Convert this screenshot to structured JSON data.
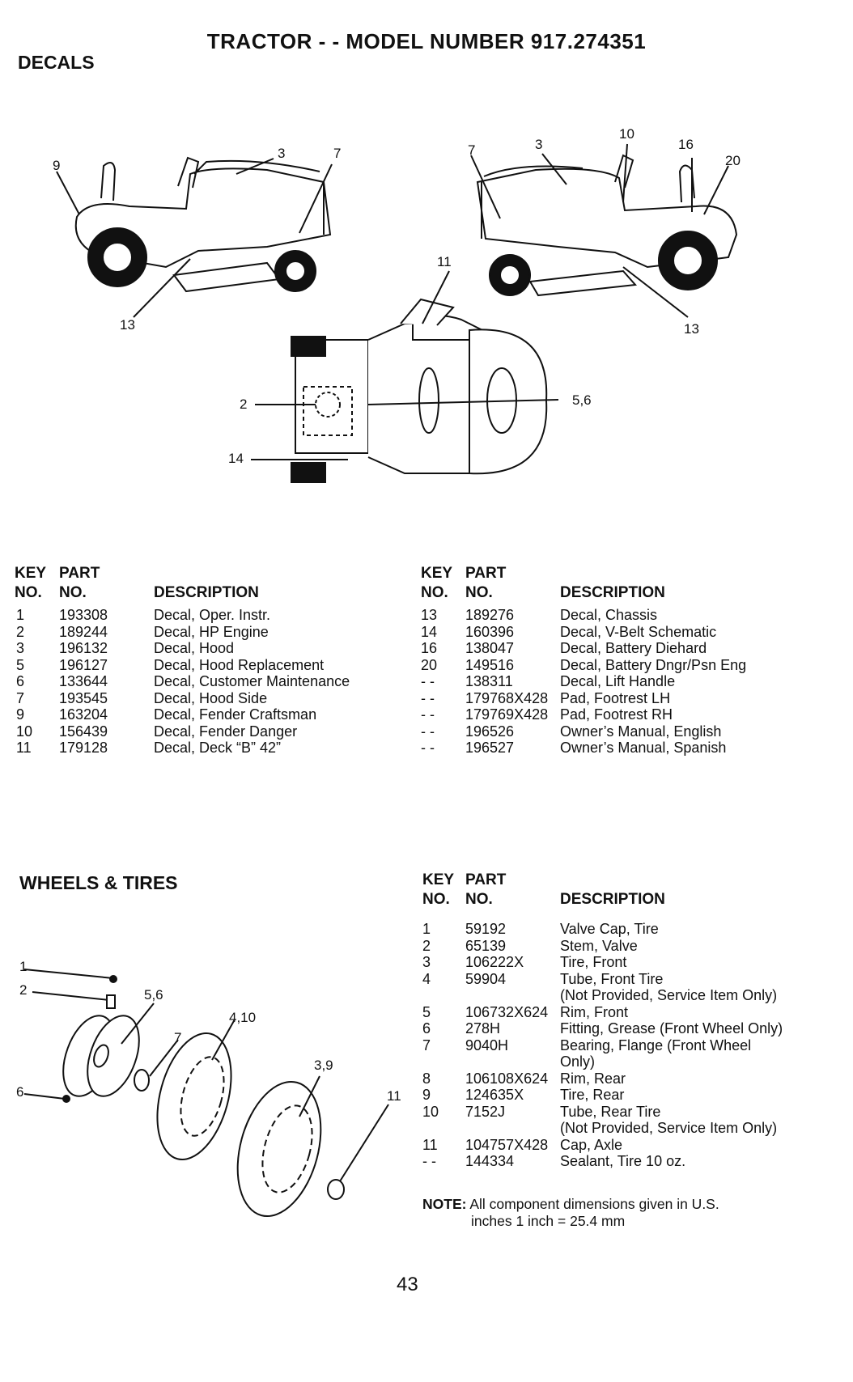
{
  "page_title": "TRACTOR - - MODEL NUMBER 917.274351",
  "decals": {
    "heading": "DECALS",
    "callouts": {
      "l9": "9",
      "l3": "3",
      "l7": "7",
      "l13": "13",
      "r7": "7",
      "r3": "3",
      "r10": "10",
      "r16": "16",
      "r20": "20",
      "r13": "13",
      "c11": "11",
      "c2": "2",
      "c14": "14",
      "c56": "5,6"
    },
    "col_headers": {
      "key_top": "KEY",
      "part_top": "PART",
      "key_bottom": "NO.",
      "part_bottom": "NO.",
      "description": "DESCRIPTION"
    },
    "left_rows": [
      {
        "key": "1",
        "part": "193308",
        "desc": "Decal, Oper. Instr."
      },
      {
        "key": "2",
        "part": "189244",
        "desc": "Decal, HP Engine"
      },
      {
        "key": "3",
        "part": "196132",
        "desc": "Decal, Hood"
      },
      {
        "key": "5",
        "part": "196127",
        "desc": "Decal, Hood Replacement"
      },
      {
        "key": "6",
        "part": "133644",
        "desc": "Decal, Customer Maintenance"
      },
      {
        "key": "7",
        "part": "193545",
        "desc": "Decal, Hood Side"
      },
      {
        "key": "9",
        "part": "163204",
        "desc": "Decal, Fender Craftsman"
      },
      {
        "key": "10",
        "part": "156439",
        "desc": "Decal, Fender Danger"
      },
      {
        "key": "11",
        "part": "179128",
        "desc": "Decal, Deck “B” 42”"
      }
    ],
    "right_rows": [
      {
        "key": "13",
        "part": "189276",
        "desc": "Decal, Chassis"
      },
      {
        "key": "14",
        "part": "160396",
        "desc": "Decal, V-Belt Schematic"
      },
      {
        "key": "16",
        "part": "138047",
        "desc": "Decal, Battery Diehard"
      },
      {
        "key": "20",
        "part": "149516",
        "desc": "Decal, Battery Dngr/Psn Eng"
      },
      {
        "key": "- -",
        "part": "138311",
        "desc": "Decal, Lift Handle"
      },
      {
        "key": "- -",
        "part": "179768X428",
        "desc": "Pad, Footrest LH"
      },
      {
        "key": "- -",
        "part": "179769X428",
        "desc": "Pad, Footrest RH"
      },
      {
        "key": "- -",
        "part": "196526",
        "desc": "Owner’s Manual, English"
      },
      {
        "key": "- -",
        "part": "196527",
        "desc": "Owner’s Manual, Spanish"
      }
    ]
  },
  "wheels": {
    "heading": "WHEELS & TIRES",
    "callouts": {
      "w1": "1",
      "w2": "2",
      "w56": "5,6",
      "w6": "6",
      "w7": "7",
      "w410": "4,10",
      "w39": "3,9",
      "w11": "11"
    },
    "col_headers": {
      "key_top": "KEY",
      "part_top": "PART",
      "key_bottom": "NO.",
      "part_bottom": "NO.",
      "description": "DESCRIPTION"
    },
    "rows": [
      {
        "key": "1",
        "part": "59192",
        "desc": "Valve Cap, Tire"
      },
      {
        "key": "2",
        "part": "65139",
        "desc": "Stem, Valve"
      },
      {
        "key": "3",
        "part": "106222X",
        "desc": "Tire, Front"
      },
      {
        "key": "4",
        "part": "59904",
        "desc": "Tube, Front Tire"
      },
      {
        "key": "",
        "part": "",
        "desc": "(Not Provided, Service Item Only)"
      },
      {
        "key": "5",
        "part": "106732X624",
        "desc": "Rim, Front"
      },
      {
        "key": "6",
        "part": "278H",
        "desc": "Fitting, Grease (Front Wheel Only)"
      },
      {
        "key": "7",
        "part": "9040H",
        "desc": "Bearing, Flange (Front Wheel"
      },
      {
        "key": "",
        "part": "",
        "desc": "Only)"
      },
      {
        "key": "8",
        "part": "106108X624",
        "desc": "Rim, Rear"
      },
      {
        "key": "9",
        "part": "124635X",
        "desc": "Tire, Rear"
      },
      {
        "key": "10",
        "part": "7152J",
        "desc": "Tube, Rear Tire"
      },
      {
        "key": "",
        "part": "",
        "desc": "(Not Provided, Service Item Only)"
      },
      {
        "key": "11",
        "part": "104757X428",
        "desc": "Cap, Axle"
      },
      {
        "key": "- -",
        "part": "144334",
        "desc": "Sealant, Tire 10 oz."
      }
    ],
    "note_label": "NOTE:",
    "note_line1": "All component dimensions given in U.S.",
    "note_line2": "inches 1 inch = 25.4 mm"
  },
  "page_number": "43"
}
